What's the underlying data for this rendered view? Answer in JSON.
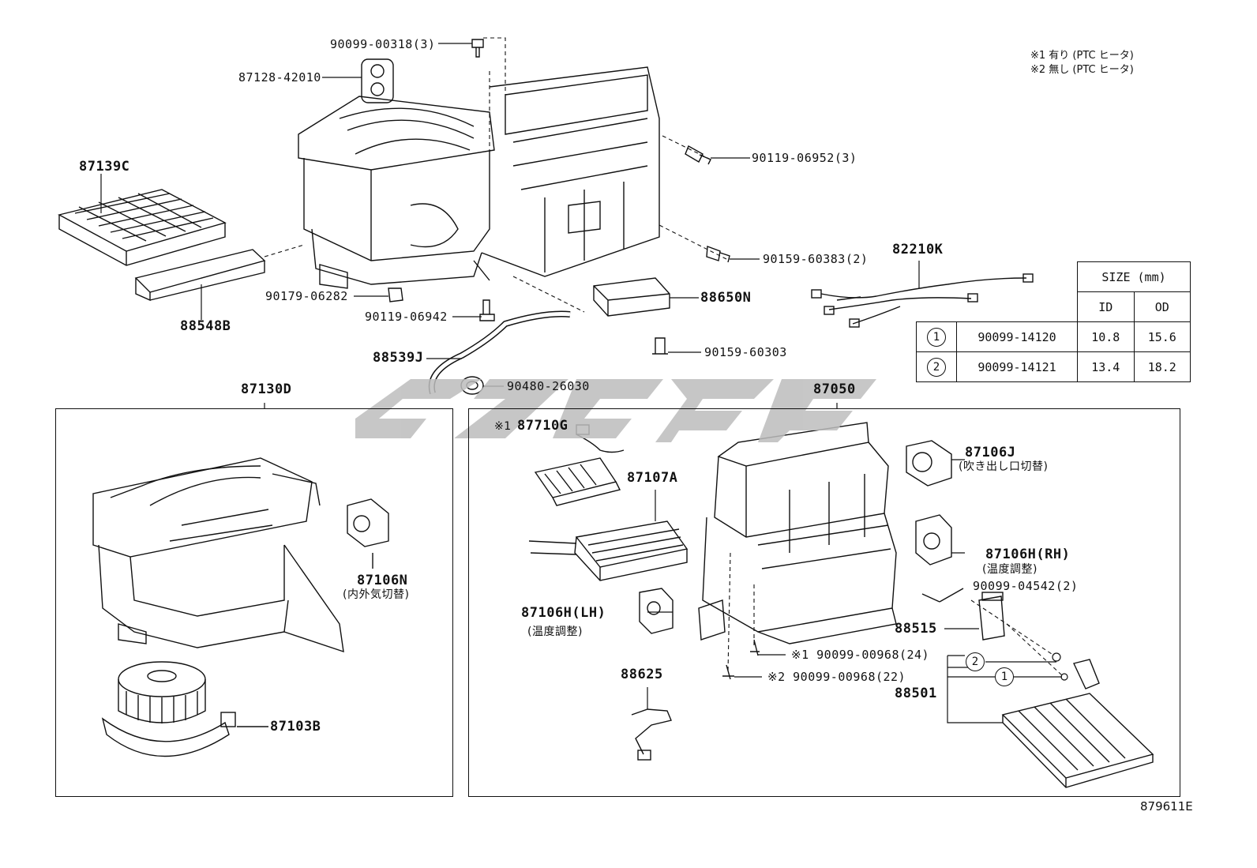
{
  "notes": {
    "note1": "※1 有り (PTC ヒータ)",
    "note2": "※2 無し (PTC ヒータ)"
  },
  "parts": {
    "p90099_00318": "90099-00318(3)",
    "p87128": "87128-42010",
    "p87139C": "87139C",
    "p90119_06952": "90119-06952(3)",
    "p90159_60383": "90159-60383(2)",
    "p82210K": "82210K",
    "p90179": "90179-06282",
    "p90119_06942": "90119-06942",
    "p88548B": "88548B",
    "p88650N": "88650N",
    "p90159_60303": "90159-60303",
    "p88539J": "88539J",
    "p90480": "90480-26030",
    "p87130D": "87130D",
    "p87050": "87050",
    "p87710G_prefix": "※1",
    "p87710G": "87710G",
    "p87107A": "87107A",
    "p87106J": "87106J",
    "p87106J_desc": "(吹き出し口切替)",
    "p87106N": "87106N",
    "p87106N_desc": "(内外気切替)",
    "p87106H_RH": "87106H(RH)",
    "p87106H_RH_desc": "(温度調整)",
    "p87106H_LH": "87106H(LH)",
    "p87106H_LH_desc": "(温度調整)",
    "p90099_04542": "90099-04542(2)",
    "p88515": "88515",
    "p90099_00968_1": "※1 90099-00968(24)",
    "p90099_00968_2": "※2 90099-00968(22)",
    "p88625": "88625",
    "p88501": "88501",
    "p87103B": "87103B",
    "callout_2": "2",
    "callout_1": "1"
  },
  "size_table": {
    "header": "SIZE (mm)",
    "col_id": "ID",
    "col_od": "OD",
    "rows": [
      {
        "mark": "1",
        "part": "90099-14120",
        "id": "10.8",
        "od": "15.6"
      },
      {
        "mark": "2",
        "part": "90099-14121",
        "id": "13.4",
        "od": "18.2"
      }
    ]
  },
  "figure_id": "879611E"
}
